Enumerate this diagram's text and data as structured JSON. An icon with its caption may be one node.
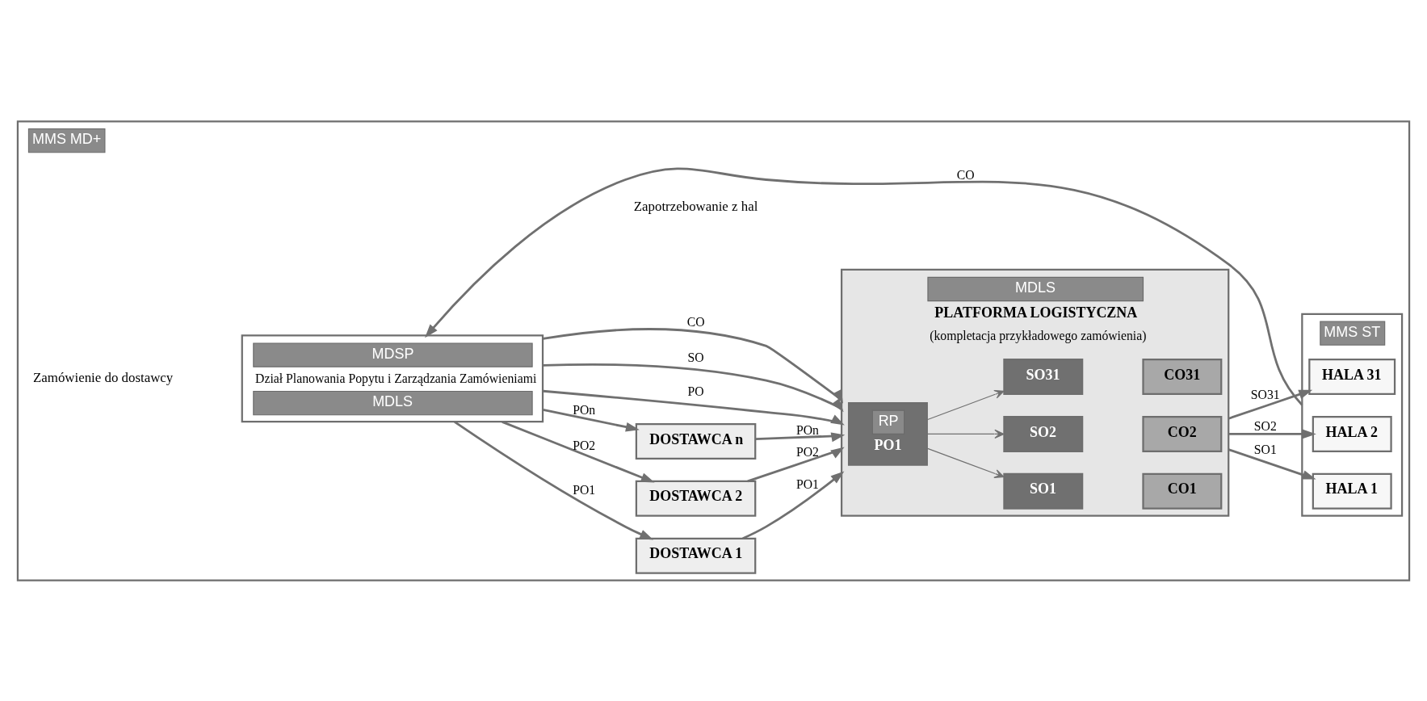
{
  "diagram": {
    "nodes": [
      {
        "text": [
          "MMS MD+"
        ]
      },
      {
        "text": [
          "MDSP",
          "Dział Planowania Popytu i Zarządzania Zamówieniami",
          "MDLS"
        ],
        "in": 0
      },
      {
        "text": [
          "DOSTAWCA 1"
        ],
        "in": 0
      },
      {
        "text": [
          "DOSTAWCA 2"
        ],
        "in": 0
      },
      {
        "text": [
          "DOSTAWCA n"
        ],
        "in": 0
      },
      {
        "text": [
          "MDLS",
          "PLATFORMA LOGISTYCZNA",
          "(kompletacja przykładowego zamówienia)"
        ],
        "in": 0
      },
      {
        "text": [
          "RP",
          "PO1"
        ],
        "in": 5
      },
      {
        "text": [
          "SO1"
        ],
        "in": 5
      },
      {
        "text": [
          "CO1"
        ],
        "in": 5
      },
      {
        "text": [
          "SO2"
        ],
        "in": 5
      },
      {
        "text": [
          "CO2"
        ],
        "in": 5
      },
      {
        "text": [
          "SO31"
        ],
        "in": 5
      },
      {
        "text": [
          "CO31"
        ],
        "in": 5
      },
      {
        "text": [
          "MMS ST"
        ],
        "in": 0
      },
      {
        "text": [
          "HALA 1"
        ],
        "in": 13
      },
      {
        "text": [
          "HALA 2"
        ],
        "in": 13
      },
      {
        "text": [
          "HALA 31"
        ],
        "in": 13
      }
    ],
    "edges": [
      {
        "from": 1,
        "to": 2,
        "arrow": "to",
        "label": "PO1"
      },
      {
        "from": 1,
        "to": 3,
        "arrow": "to",
        "label": "PO2"
      },
      {
        "from": 1,
        "to": 4,
        "arrow": "to",
        "label": "POn"
      },
      {
        "from": 2,
        "to": 5,
        "arrow": "to",
        "label": "PO1"
      },
      {
        "from": 3,
        "to": 5,
        "arrow": "to",
        "label": "PO2"
      },
      {
        "from": 4,
        "to": 5,
        "arrow": "to",
        "label": "POn"
      },
      {
        "from": 1,
        "to": 5,
        "arrow": "to",
        "label": "PO"
      },
      {
        "from": 1,
        "to": 5,
        "arrow": "to",
        "label": "SO"
      },
      {
        "from": 1,
        "to": 5,
        "arrow": "to",
        "label": "CO"
      },
      {
        "from": 6,
        "to": 7,
        "arrow": "to"
      },
      {
        "from": 6,
        "to": 9,
        "arrow": "to"
      },
      {
        "from": 6,
        "to": 11,
        "arrow": "to"
      },
      {
        "from": 5,
        "to": 14,
        "arrow": "to",
        "label": "SO1"
      },
      {
        "from": 5,
        "to": 15,
        "arrow": "to",
        "label": "SO2"
      },
      {
        "from": 5,
        "to": 16,
        "arrow": "to",
        "label": "SO31"
      },
      {
        "from": 13,
        "to": 1,
        "arrow": "to",
        "label": "CO"
      }
    ],
    "labels": [
      "Zamówienie do dostawcy",
      "Zapotrzebowanie z hal"
    ]
  }
}
